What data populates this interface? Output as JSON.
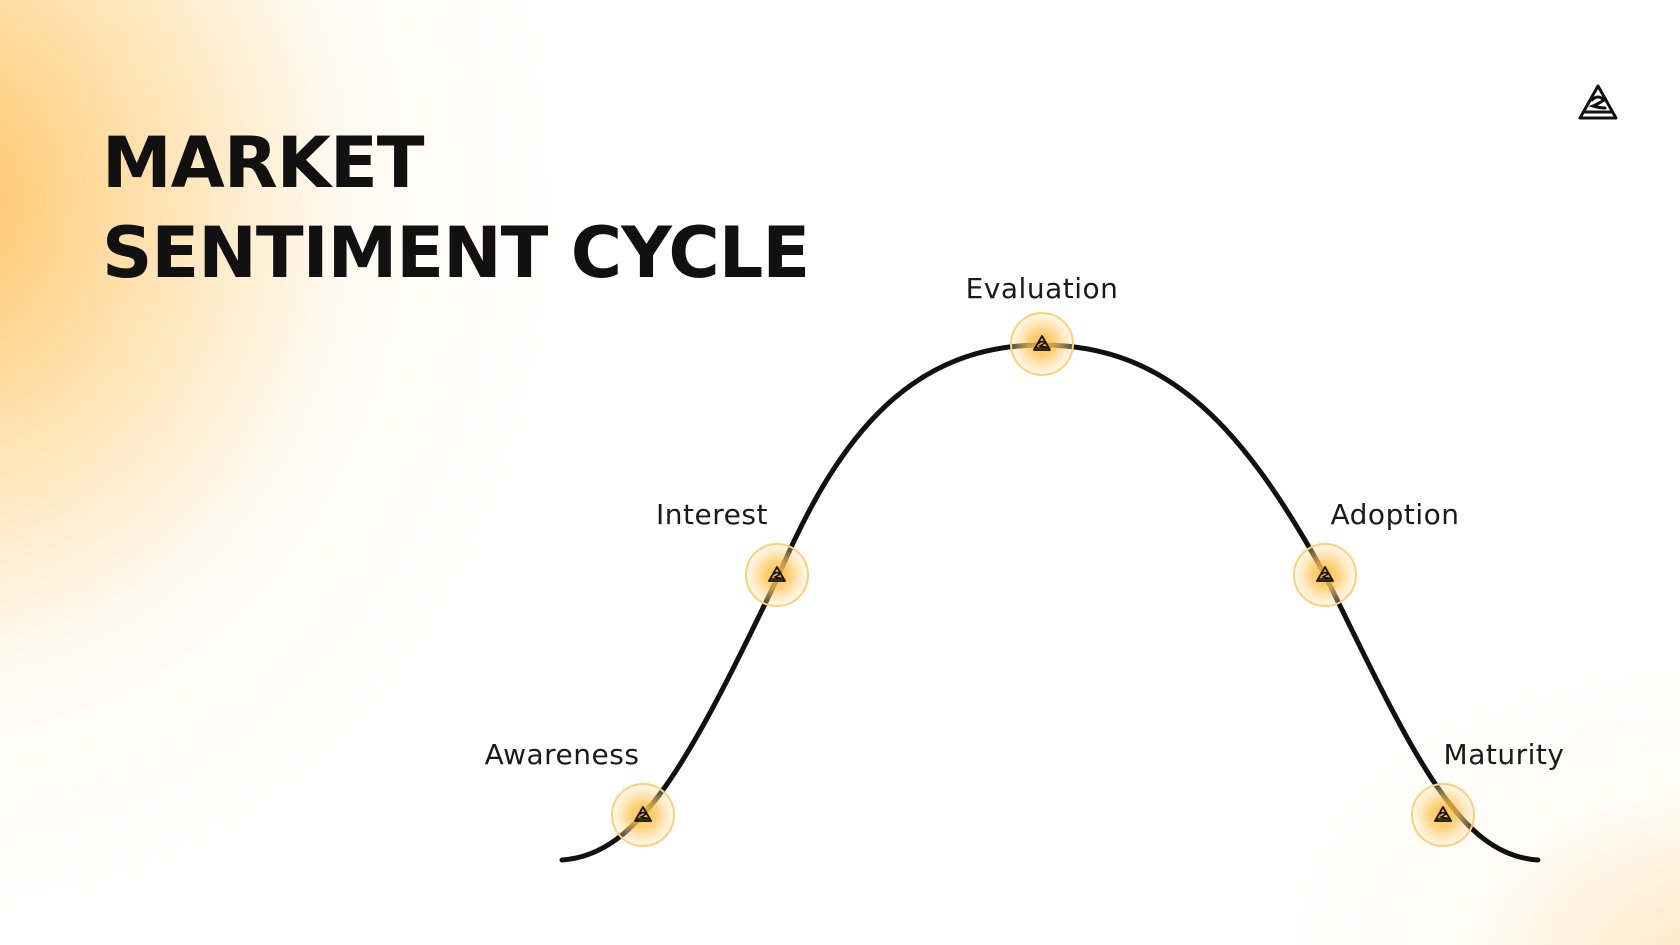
{
  "title": {
    "line1": "MARKET",
    "line2": "SENTIMENT CYCLE"
  },
  "colors": {
    "accent": "#ffc061",
    "curve": "#111111",
    "text": "#111111"
  },
  "logo_icon": "brand-pyramid-logo-icon",
  "stages": [
    {
      "name": "Awareness",
      "icon": "brand-pyramid-icon"
    },
    {
      "name": "Interest",
      "icon": "brand-pyramid-icon"
    },
    {
      "name": "Evaluation",
      "icon": "brand-pyramid-icon"
    },
    {
      "name": "Adoption",
      "icon": "brand-pyramid-icon"
    },
    {
      "name": "Maturity",
      "icon": "brand-pyramid-icon"
    }
  ]
}
